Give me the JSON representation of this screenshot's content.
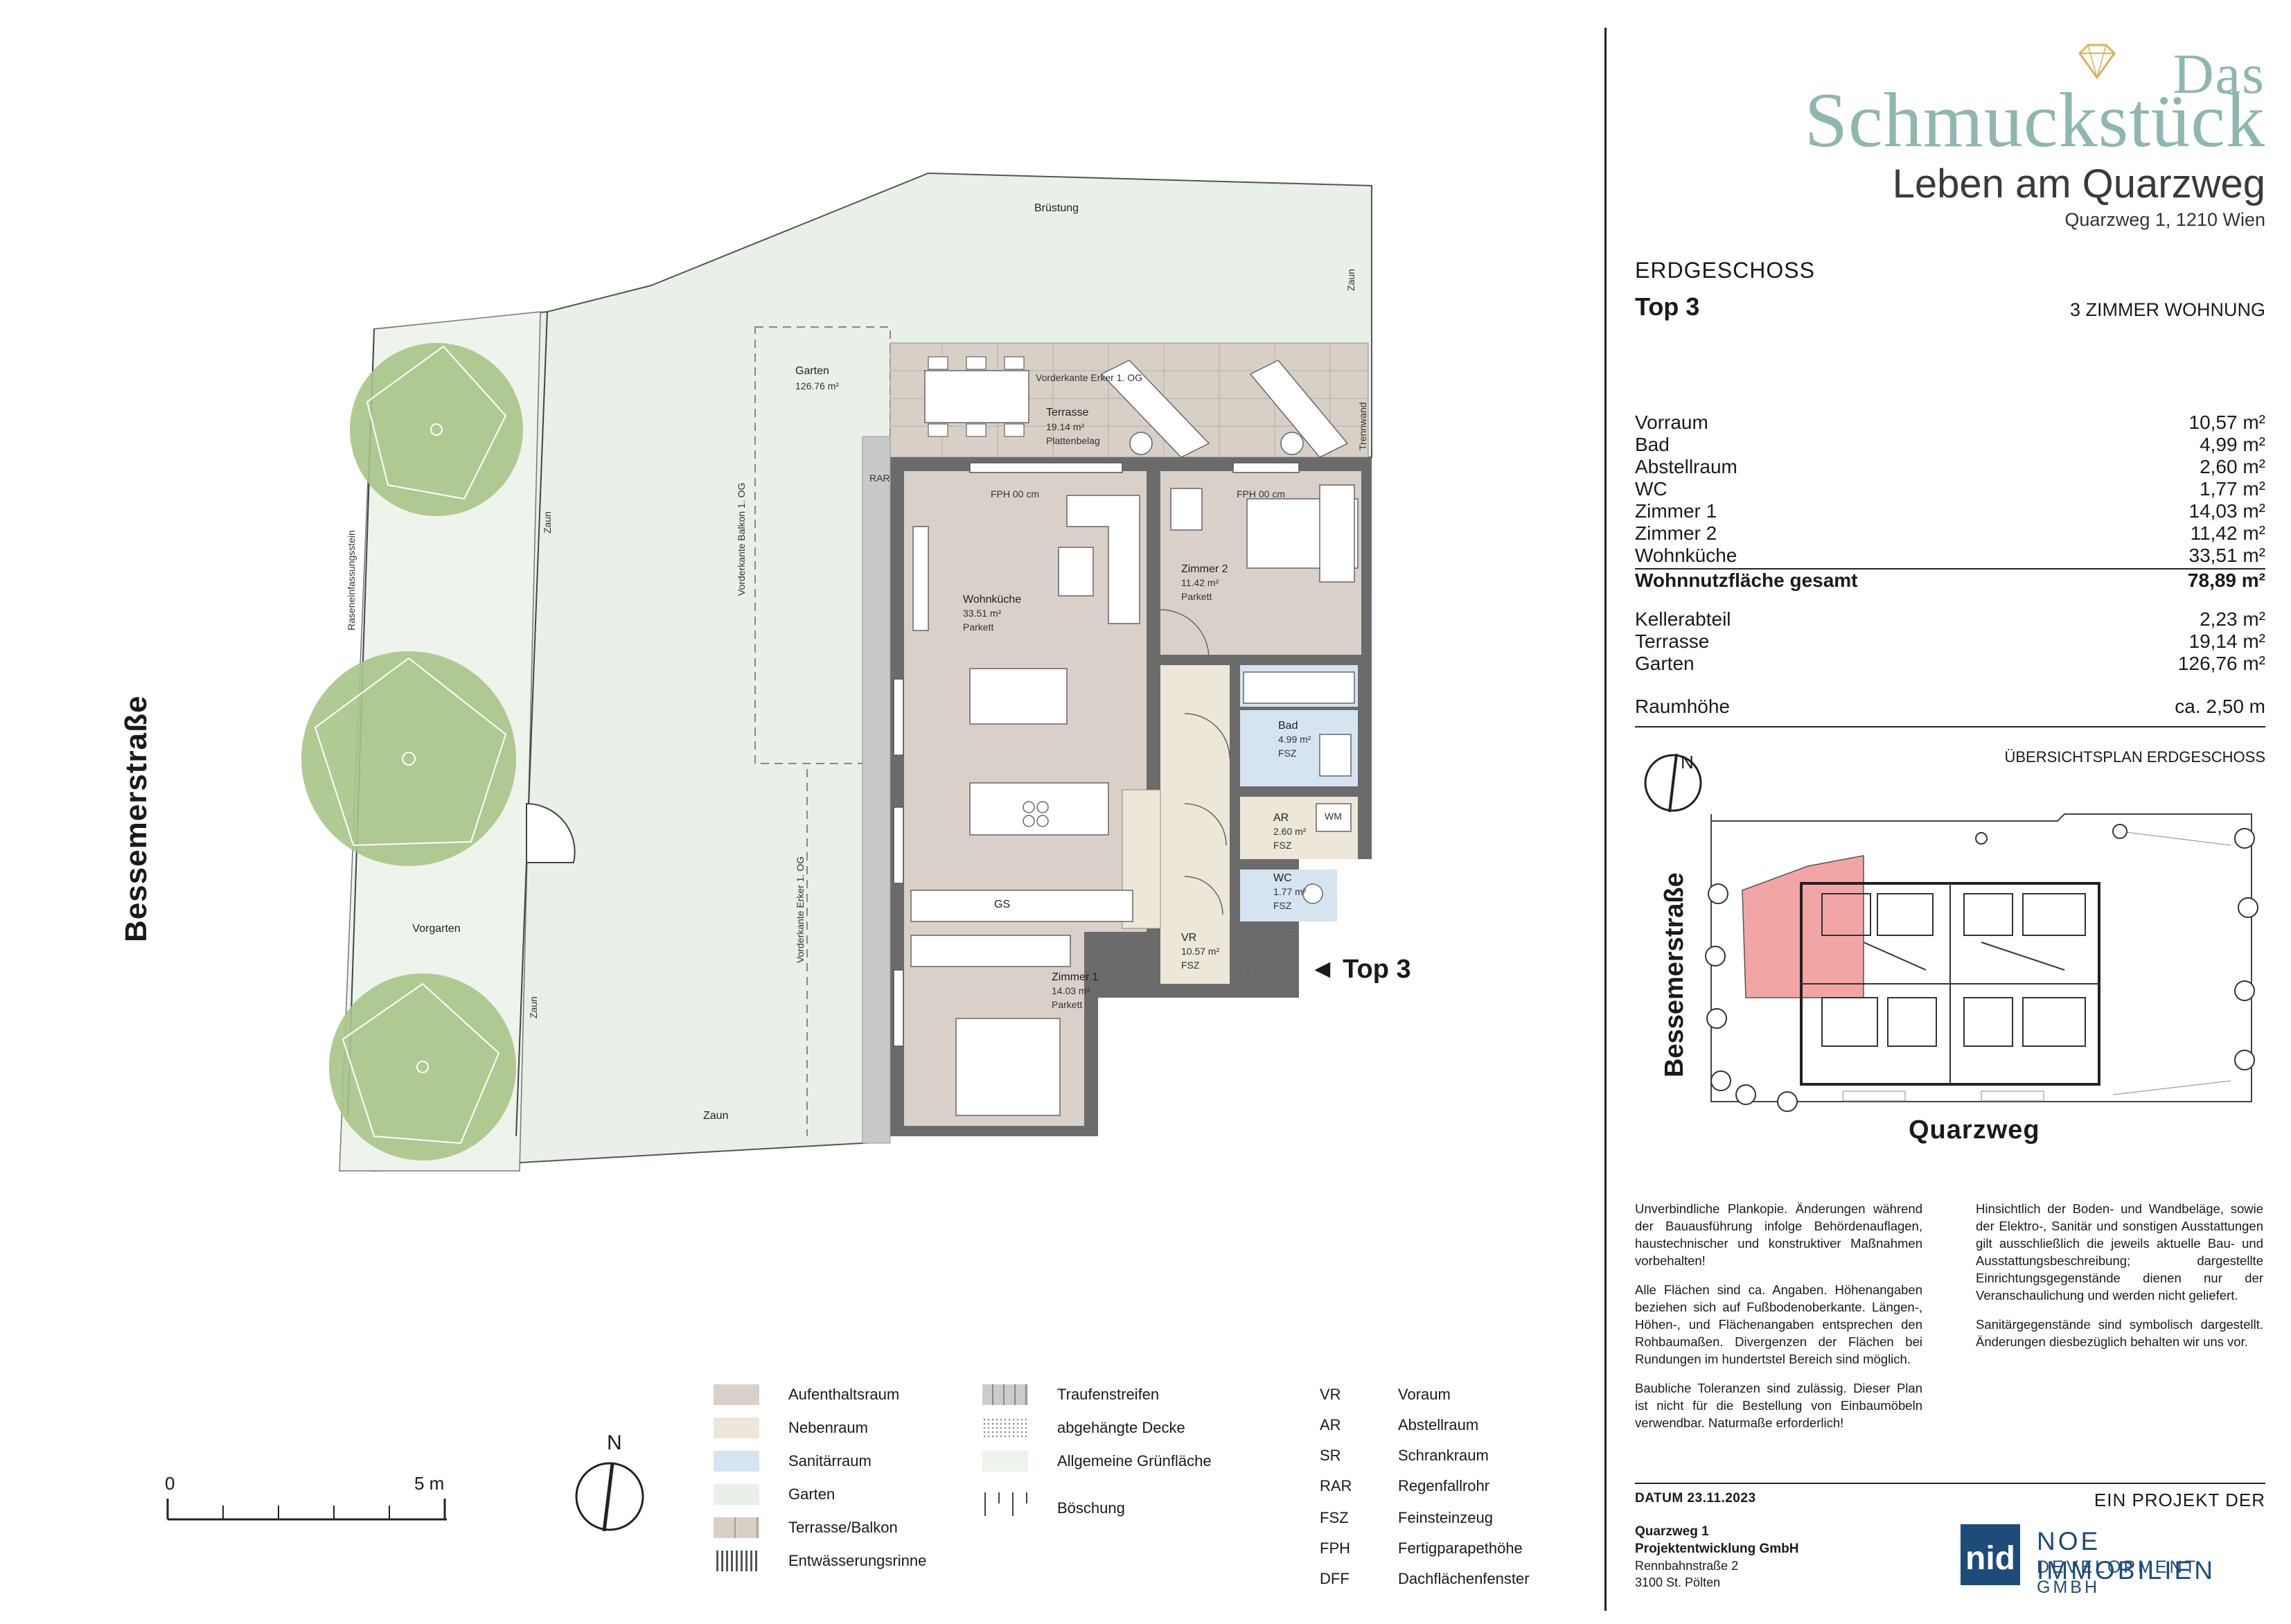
{
  "brand": {
    "das": "Das",
    "name": "Schmuckstück",
    "subtitle": "Leben am Quarzweg",
    "address": "Quarzweg 1, 1210 Wien"
  },
  "unit": {
    "floor": "ERDGESCHOSS",
    "top": "Top 3",
    "type": "3 ZIMMER WOHNUNG"
  },
  "area_table": {
    "rooms": [
      {
        "name": "Vorraum",
        "area": "10,57 m²"
      },
      {
        "name": "Bad",
        "area": "4,99 m²"
      },
      {
        "name": "Abstellraum",
        "area": "2,60 m²"
      },
      {
        "name": "WC",
        "area": "1,77 m²"
      },
      {
        "name": "Zimmer 1",
        "area": "14,03 m²"
      },
      {
        "name": "Zimmer 2",
        "area": "11,42 m²"
      },
      {
        "name": "Wohnküche",
        "area": "33,51 m²"
      }
    ],
    "total_label": "Wohnnutzfläche gesamt",
    "total_area": "78,89 m²",
    "extras": [
      {
        "name": "Kellerabteil",
        "area": "2,23 m²"
      },
      {
        "name": "Terrasse",
        "area": "19,14 m²"
      },
      {
        "name": "Garten",
        "area": "126,76 m²"
      }
    ],
    "height_label": "Raumhöhe",
    "height_value": "ca. 2,50 m"
  },
  "overview": {
    "title": "ÜBERSICHTSPLAN ERDGESCHOSS",
    "street_left": "Bessemerstraße",
    "street_bottom": "Quarzweg",
    "north": "N"
  },
  "notes": {
    "left": [
      "Unverbindliche Plankopie. Änderungen während der Bauausführung infolge Behördenauflagen, haustechnischer und konstruktiver Maßnahmen vorbehalten!",
      "Alle Flächen sind ca. Angaben. Höhenangaben beziehen sich auf Fußbodenoberkante. Längen-, Höhen-, und Flächenangaben entsprechen den Rohbaumaßen. Divergenzen der Flächen bei Rundungen im hundertstel Bereich sind möglich.",
      "Baubliche Toleranzen sind zulässig. Dieser Plan ist nicht für die Bestellung von Einbaumöbeln verwendbar. Naturmaße erforderlich!"
    ],
    "right": [
      "Hinsichtlich der Boden- und Wandbeläge, sowie der Elektro-, Sanitär und sonstigen Ausstattungen gilt ausschließlich die jeweils aktuelle Bau- und Ausstattungsbeschreibung; dargestellte Einrichtungsgegenstände dienen nur der Veranschaulichung und werden nicht geliefert.",
      "Sanitärgegenstände sind symbolisch dargestellt. Änderungen diesbezüglich behalten wir uns vor."
    ]
  },
  "footer": {
    "date": "DATUM   23.11.2023",
    "project_by": "EIN PROJEKT DER",
    "company_name_1": "Quarzweg 1",
    "company_name_2": "Projektentwicklung GmbH",
    "company_street": "Rennbahnstraße 2",
    "company_city": "3100 St. Pölten",
    "logo_short": "nid",
    "logo_line1": "NOE IMMOBILIEN",
    "logo_line2": "DEVELOPMENT GMBH"
  },
  "plan": {
    "street": "Bessemerstraße",
    "top_marker": "◄ Top 3",
    "labels": {
      "bruestung": "Brüstung",
      "zaun": "Zaun",
      "garten": "Garten",
      "garten_area": "126.76 m²",
      "terrasse": "Terrasse",
      "terrasse_area": "19.14 m²",
      "terrasse_floor": "Plattenbelag",
      "vorderkante_erker": "Vorderkante Erker 1. OG",
      "vorderkante_balkon": "Vorderkante Balkon 1. OG",
      "trennwand": "Trennwand",
      "raseneinfassung": "Raseneinfassungsstein",
      "vorgarten": "Vorgarten",
      "rar": "RAR",
      "fph": "FPH 00 cm",
      "gs": "GS",
      "wm": "WM"
    },
    "rooms": [
      {
        "name": "Wohnküche",
        "area": "33.51 m²",
        "floor": "Parkett"
      },
      {
        "name": "Zimmer 2",
        "area": "11.42 m²",
        "floor": "Parkett"
      },
      {
        "name": "Bad",
        "area": "4.99 m²",
        "floor": "FSZ"
      },
      {
        "name": "AR",
        "area": "2.60 m²",
        "floor": "FSZ"
      },
      {
        "name": "WC",
        "area": "1.77 m²",
        "floor": "FSZ"
      },
      {
        "name": "Zimmer 1",
        "area": "14.03 m²",
        "floor": "Parkett"
      },
      {
        "name": "VR",
        "area": "10.57 m²",
        "floor": "FSZ"
      }
    ]
  },
  "scale": {
    "start": "0",
    "end": "5 m"
  },
  "north": "N",
  "legend": {
    "col1": [
      "Aufenthaltsraum",
      "Nebenraum",
      "Sanitärraum",
      "Garten",
      "Terrasse/Balkon",
      "Entwässerungsrinne"
    ],
    "col2": [
      "Traufenstreifen",
      "abgehängte Decke",
      "Allgemeine Grünfläche",
      "Böschung"
    ],
    "abbr": [
      {
        "code": "VR",
        "text": "Voraum"
      },
      {
        "code": "AR",
        "text": "Abstellraum"
      },
      {
        "code": "SR",
        "text": "Schrankraum"
      },
      {
        "code": "RAR",
        "text": "Regenfallrohr"
      },
      {
        "code": "FSZ",
        "text": "Feinsteinzeug"
      },
      {
        "code": "FPH",
        "text": "Fertigparapethöhe"
      },
      {
        "code": "DFF",
        "text": "Dachflächenfenster"
      }
    ]
  },
  "colors": {
    "aufenthaltsraum": "#d9d1c9",
    "nebenraum": "#ece7d8",
    "sanitaer": "#d6e4f2",
    "garten": "#e8f0e6",
    "baum": "#a6c285",
    "accent": "#8fb6b0",
    "highlight": "#f2a5a5",
    "noe": "#1e4b7a"
  }
}
